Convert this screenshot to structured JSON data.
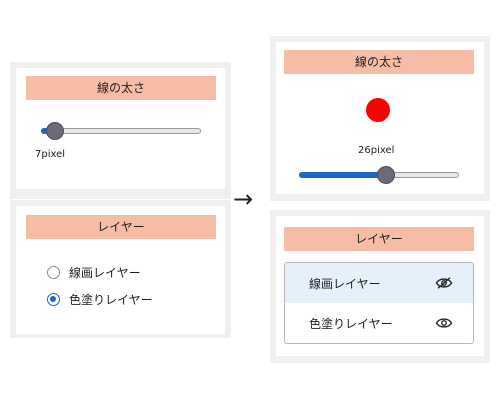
{
  "left": {
    "thickness": {
      "title": "線の太さ",
      "value_label": "7pixel",
      "value": 7,
      "max": 80
    },
    "layers": {
      "title": "レイヤー",
      "options": [
        {
          "label": "線画レイヤー",
          "checked": false
        },
        {
          "label": "色塗りレイヤー",
          "checked": true
        }
      ]
    }
  },
  "arrow": "→",
  "right": {
    "thickness": {
      "title": "線の太さ",
      "value_label": "26pixel",
      "value": 26,
      "max": 48,
      "preview_color": "#ff0000"
    },
    "layers": {
      "title": "レイヤー",
      "items": [
        {
          "label": "線画レイヤー",
          "selected": true,
          "icon": "eye-slash-icon"
        },
        {
          "label": "色塗りレイヤー",
          "selected": false,
          "icon": "eye-icon"
        }
      ]
    }
  },
  "colors": {
    "accent": "#1a66c9",
    "title_bg": "#f6bca6",
    "selected_bg": "#e5f0fb"
  }
}
